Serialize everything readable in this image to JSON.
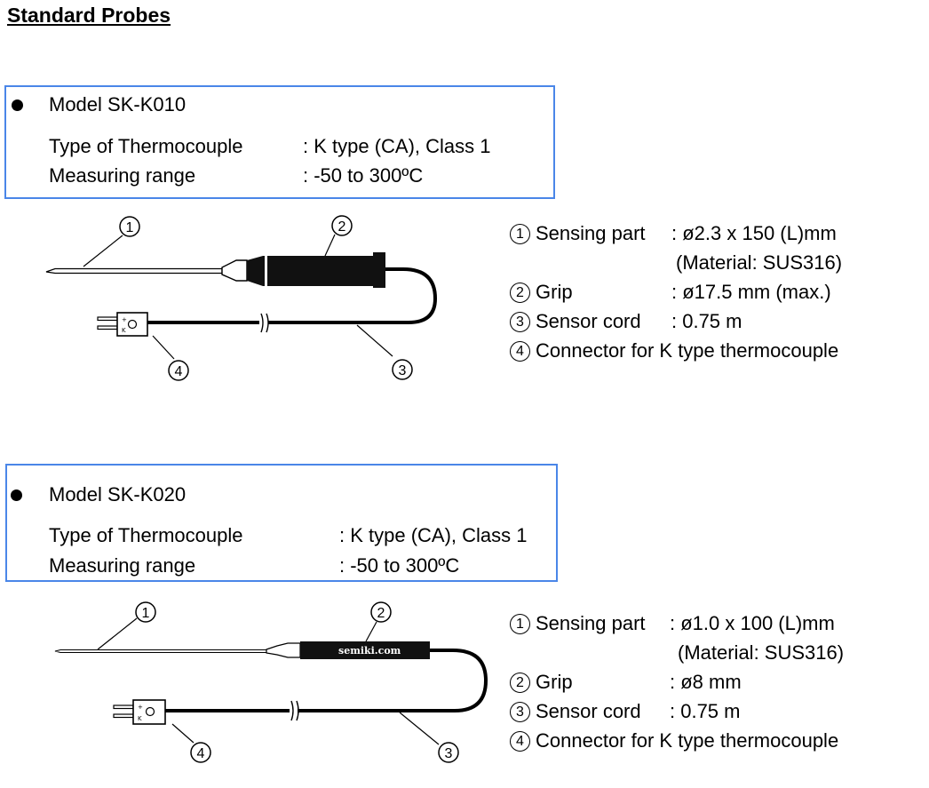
{
  "heading": "Standard Probes",
  "probes": [
    {
      "model": "Model SK-K010",
      "type_label": "Type of Thermocouple",
      "type_value": ": K type (CA), Class 1",
      "range_label": "Measuring range",
      "range_value": ": -50 to 300ºC",
      "callouts": [
        "1",
        "2",
        "3",
        "4"
      ],
      "notes": {
        "n1": "1",
        "sensing_label": "Sensing part",
        "sensing_value": ": ø2.3 x 150 (L)mm",
        "material": "(Material: SUS316)",
        "n2": "2",
        "grip_label": "Grip",
        "grip_value": ": ø17.5 mm (max.)",
        "n3": "3",
        "cord_label": "Sensor cord",
        "cord_value": ": 0.75 m",
        "n4": "4",
        "connector": "Connector for K type thermocouple"
      }
    },
    {
      "model": "Model SK-K020",
      "type_label": "Type of Thermocouple",
      "type_value": ": K type (CA), Class 1",
      "range_label": "Measuring range",
      "range_value": ": -50 to 300ºC",
      "callouts": [
        "1",
        "2",
        "3",
        "4"
      ],
      "grip_print": "semiki.com",
      "notes": {
        "n1": "1",
        "sensing_label": "Sensing part",
        "sensing_value": ": ø1.0 x 100 (L)mm",
        "material": "(Material: SUS316)",
        "n2": "2",
        "grip_label": "Grip",
        "grip_value": ": ø8 mm",
        "n3": "3",
        "cord_label": "Sensor cord",
        "cord_value": ": 0.75 m",
        "n4": "4",
        "connector": "Connector for K type thermocouple"
      }
    }
  ],
  "connector_marks": [
    "+",
    "K"
  ]
}
